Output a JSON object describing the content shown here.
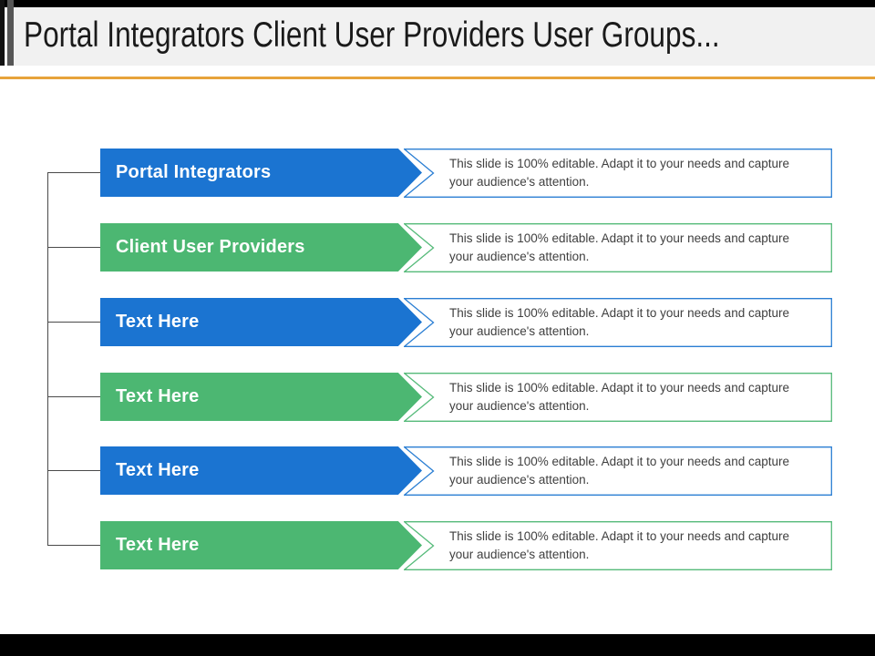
{
  "slide": {
    "title": "Portal Integrators Client User Providers User Groups...",
    "accents": {
      "top_bar": "#000000",
      "bottom_bar": "#000000",
      "left_stripe_black": "#121212",
      "left_stripe_gray": "#565656",
      "divider_gold": "#E7A33B",
      "header_bg": "#F1F1F1",
      "title_color": "#1A1A1A"
    },
    "colors": {
      "banner_blue": "#1B74D1",
      "banner_green": "#4CB772",
      "box_border_blue": "#2A7ED3",
      "box_border_green": "#55BA79",
      "description_text": "#3F3F3F",
      "connector_line": "#4A4A4A"
    }
  },
  "rows": [
    {
      "label": "Portal Integrators",
      "color": "blue",
      "description": "This slide is 100% editable. Adapt it to your needs and capture your audience's attention."
    },
    {
      "label": "Client User Providers",
      "color": "green",
      "description": "This slide is 100% editable. Adapt it to your needs and capture your audience's attention."
    },
    {
      "label": "Text Here",
      "color": "blue",
      "description": "This slide is 100% editable. Adapt it to your needs and capture your audience's attention."
    },
    {
      "label": "Text Here",
      "color": "green",
      "description": "This slide is 100% editable. Adapt it to your needs and capture your audience's attention."
    },
    {
      "label": "Text Here",
      "color": "blue",
      "description": "This slide is 100% editable. Adapt it to your needs and capture your audience's attention."
    },
    {
      "label": "Text Here",
      "color": "green",
      "description": "This slide is 100% editable. Adapt it to your needs and capture your audience's attention."
    }
  ]
}
